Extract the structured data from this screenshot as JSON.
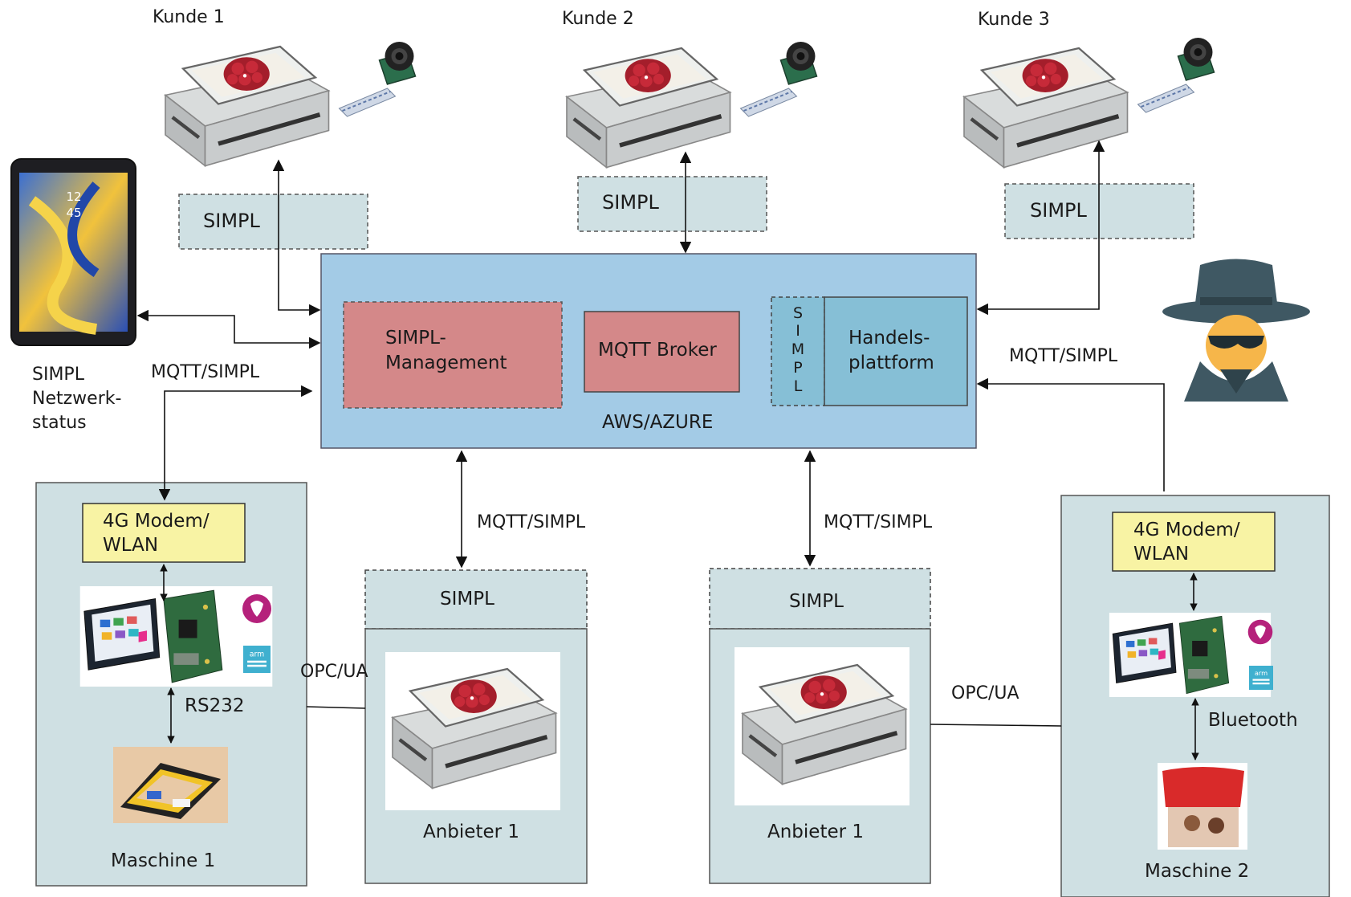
{
  "customers": [
    {
      "label": "Kunde 1",
      "simpl": "SIMPL"
    },
    {
      "label": "Kunde 2",
      "simpl": "SIMPL"
    },
    {
      "label": "Kunde 3",
      "simpl": "SIMPL"
    }
  ],
  "cloud": {
    "label": "AWS/AZURE",
    "management_line1": "SIMPL-",
    "management_line2": "Management",
    "broker": "MQTT Broker",
    "simpl_vertical": [
      "S",
      "I",
      "M",
      "P",
      "L"
    ],
    "trade_line1": "Handels-",
    "trade_line2": "plattform"
  },
  "tablet": {
    "label_line1": "SIMPL",
    "label_line2": "Netzwerk-",
    "label_line3": "status",
    "clock_line1": "12",
    "clock_line2": "45"
  },
  "links": {
    "mqtt_left": "MQTT/SIMPL",
    "mqtt_right": "MQTT/SIMPL",
    "mqtt_mid1": "MQTT/SIMPL",
    "mqtt_mid2": "MQTT/SIMPL",
    "opcua_left": "OPC/UA",
    "opcua_right": "OPC/UA"
  },
  "machine_left": {
    "modem_line1": "4G Modem/",
    "modem_line2": "WLAN",
    "interface": "RS232",
    "label": "Maschine 1",
    "board_brand": "arm",
    "board_sub": "MBED"
  },
  "machine_right": {
    "modem_line1": "4G Modem/",
    "modem_line2": "WLAN",
    "interface": "Bluetooth",
    "label": "Maschine 2",
    "board_brand": "arm",
    "board_sub": "MBED"
  },
  "providers": [
    {
      "simpl": "SIMPL",
      "label": "Anbieter 1"
    },
    {
      "simpl": "SIMPL",
      "label": "Anbieter 1"
    }
  ],
  "colors": {
    "cloud_fill": "#a3cbe6",
    "red_box": "#d48889",
    "trade_box": "#86bfd6",
    "station_fill": "#cfe0e3",
    "modem_fill": "#f8f3a4",
    "simpl_tag_fill": "#cfe0e3",
    "spy_color": "#3f5863",
    "spy_face": "#f6b64a"
  }
}
